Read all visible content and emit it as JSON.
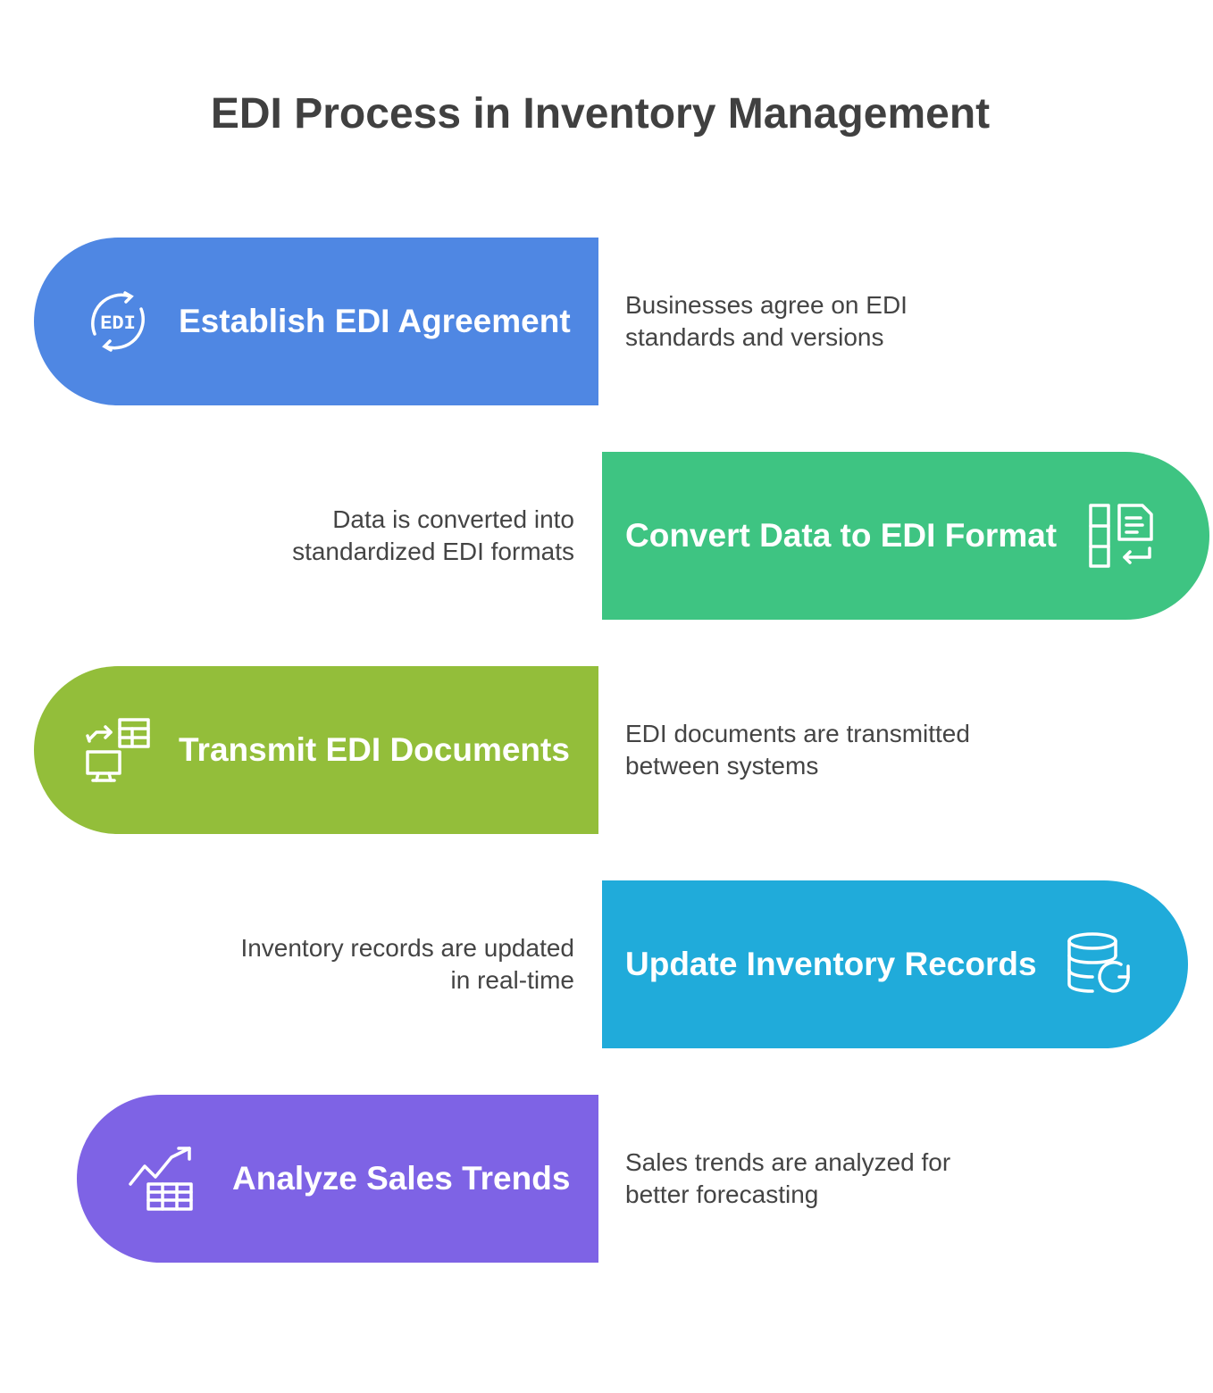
{
  "title": "EDI Process in Inventory Management",
  "steps": [
    {
      "label": "Establish EDI Agreement",
      "description_lines": [
        "Businesses agree on EDI",
        "standards and versions"
      ],
      "color": "#4F87E3",
      "icon": "edi-cycle-icon",
      "icon_text": "EDI"
    },
    {
      "label": "Convert Data to EDI Format",
      "description_lines": [
        "Data is converted into",
        "standardized EDI formats"
      ],
      "color": "#3EC482",
      "icon": "document-convert-icon"
    },
    {
      "label": "Transmit EDI Documents",
      "description_lines": [
        "EDI documents are transmitted",
        "between systems"
      ],
      "color": "#93BE3A",
      "icon": "computer-transfer-icon"
    },
    {
      "label": "Update Inventory Records",
      "description_lines": [
        "Inventory records are updated",
        "in real-time"
      ],
      "color": "#20ABDA",
      "icon": "database-refresh-icon"
    },
    {
      "label": "Analyze Sales Trends",
      "description_lines": [
        "Sales trends are analyzed for",
        "better forecasting"
      ],
      "color": "#7E63E5",
      "icon": "chart-table-icon"
    }
  ]
}
